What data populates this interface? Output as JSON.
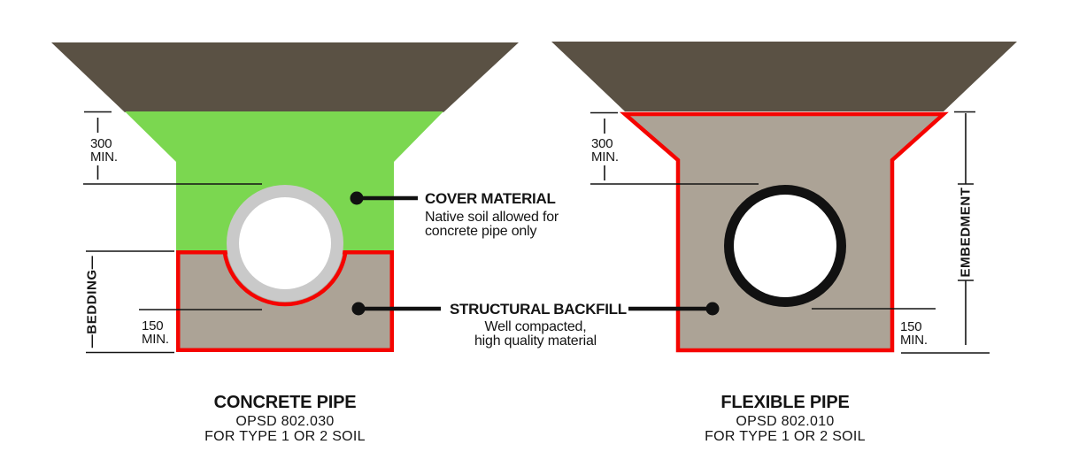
{
  "colors": {
    "native_soil_brown": "#5a5144",
    "cover_green": "#7bd750",
    "backfill_taupe": "#aca396",
    "pipe_ring_gray": "#c9c9c9",
    "pipe_black": "#111111",
    "outline_red": "#f50400",
    "note_red": "#e2282c",
    "line_black": "#141414"
  },
  "left_diagram": {
    "dim_300": {
      "value": "300",
      "unit": "MIN."
    },
    "dim_150": {
      "value": "150",
      "unit": "MIN."
    },
    "bedding_label": "—BEDDING—",
    "caption": {
      "title": "CONCRETE PIPE",
      "opsd": "OPSD 802.030",
      "soil": "FOR TYPE 1 OR 2 SOIL"
    }
  },
  "right_diagram": {
    "dim_300": {
      "value": "300",
      "unit": "MIN."
    },
    "dim_150": {
      "value": "150",
      "unit": "MIN."
    },
    "embedment_label": "EMBEDMENT",
    "caption": {
      "title": "FLEXIBLE PIPE",
      "opsd": "OPSD 802.010",
      "soil": "FOR TYPE 1 OR 2 SOIL"
    }
  },
  "annotations": {
    "cover_material": {
      "title": "COVER MATERIAL",
      "note_line1": "Native soil allowed for",
      "note_line2": "concrete pipe only"
    },
    "structural_backfill": {
      "title": "STRUCTURAL BACKFILL",
      "note_line1": "Well compacted,",
      "note_line2": "high quality material"
    }
  }
}
